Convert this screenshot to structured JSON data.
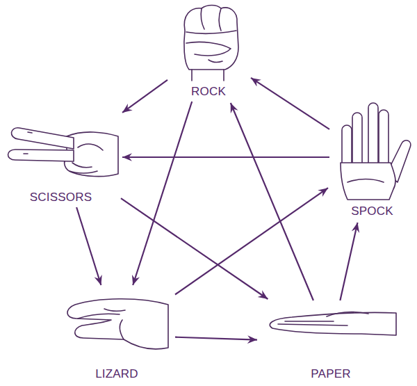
{
  "diagram": {
    "nodes": [
      {
        "text": [
          "ROCK"
        ]
      },
      {
        "text": [
          "SCISSORS"
        ]
      },
      {
        "text": [
          "SPOCK"
        ]
      },
      {
        "text": [
          "LIZARD"
        ]
      },
      {
        "text": [
          "PAPER"
        ]
      }
    ],
    "edges": [
      {
        "from": 0,
        "to": 1,
        "arrow": "to"
      },
      {
        "from": 0,
        "to": 3,
        "arrow": "to"
      },
      {
        "from": 1,
        "to": 3,
        "arrow": "to"
      },
      {
        "from": 1,
        "to": 4,
        "arrow": "to"
      },
      {
        "from": 2,
        "to": 0,
        "arrow": "to"
      },
      {
        "from": 2,
        "to": 1,
        "arrow": "to"
      },
      {
        "from": 3,
        "to": 2,
        "arrow": "to"
      },
      {
        "from": 3,
        "to": 4,
        "arrow": "to"
      },
      {
        "from": 4,
        "to": 0,
        "arrow": "to"
      },
      {
        "from": 4,
        "to": 2,
        "arrow": "to"
      }
    ]
  }
}
